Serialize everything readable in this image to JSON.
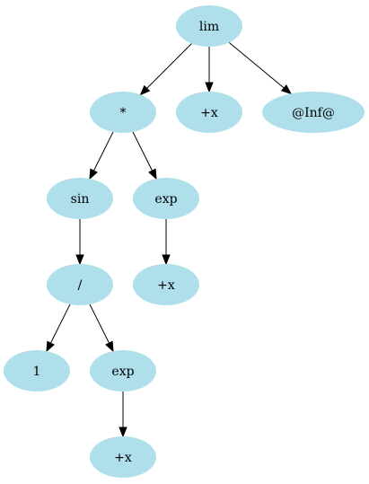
{
  "diagram": {
    "node_fill": "#b0dfec",
    "nodes": [
      {
        "id": "n_lim",
        "label": "lim"
      },
      {
        "id": "n_mul",
        "label": "*"
      },
      {
        "id": "n_x1",
        "label": "+x"
      },
      {
        "id": "n_inf",
        "label": "@Inf@"
      },
      {
        "id": "n_sin",
        "label": "sin"
      },
      {
        "id": "n_exp1",
        "label": "exp"
      },
      {
        "id": "n_div",
        "label": "/"
      },
      {
        "id": "n_x2",
        "label": "+x"
      },
      {
        "id": "n_one",
        "label": "1"
      },
      {
        "id": "n_exp2",
        "label": "exp"
      },
      {
        "id": "n_x3",
        "label": "+x"
      }
    ],
    "edges": [
      {
        "from": "n_lim",
        "to": "n_mul"
      },
      {
        "from": "n_lim",
        "to": "n_x1"
      },
      {
        "from": "n_lim",
        "to": "n_inf"
      },
      {
        "from": "n_mul",
        "to": "n_sin"
      },
      {
        "from": "n_mul",
        "to": "n_exp1"
      },
      {
        "from": "n_sin",
        "to": "n_div"
      },
      {
        "from": "n_exp1",
        "to": "n_x2"
      },
      {
        "from": "n_div",
        "to": "n_one"
      },
      {
        "from": "n_div",
        "to": "n_exp2"
      },
      {
        "from": "n_exp2",
        "to": "n_x3"
      }
    ]
  }
}
